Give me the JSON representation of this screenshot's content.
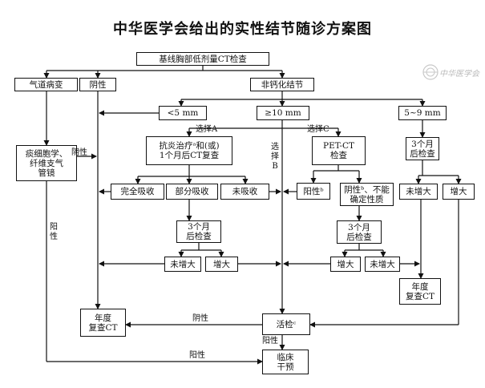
{
  "title": "中华医学会给出的实性结节随诊方案图",
  "watermark": "中华医学会",
  "nodes": {
    "baseline_ct": "基线胸部低剂量CT检查",
    "airway": "气道病变",
    "negative": "阴性",
    "non_calcified": "非钙化结节",
    "sputum": "痰细胞学、\n纤维支气\n管镜",
    "lt5": "<5  mm",
    "ge10": "≥10  mm",
    "r5_9": "5~9  mm",
    "anti_inflam": "抗炎治疗ᵃ和(或)\n1个月后CT复查",
    "pet_ct": "PET-CT\n检查",
    "followup_3m_right": "3个月\n后检查",
    "complete_abs": "完全吸收",
    "partial_abs": "部分吸收",
    "no_abs": "未吸收",
    "positive_b": "阳性ᵇ",
    "neg_uncertain": "阴性ᵇ、不能\n确定性质",
    "right_not_enlarged": "未增大",
    "right_enlarged": "增大",
    "followup_3m_mid": "3个月\n后检查",
    "followup_3m_pet": "3个月\n后检查",
    "mid_not_enlarged": "未增大",
    "mid_enlarged": "增大",
    "pet_enlarged": "增大",
    "pet_not_enlarged": "未增大",
    "annual_left": "年度\n复查CT",
    "annual_right": "年度\n复查CT",
    "biopsy": "活检ᶜ",
    "clinical": "临床\n干预"
  },
  "labels": {
    "option_a": "选择A",
    "option_b": "选\n择\nB",
    "option_c": "选择C",
    "sputum_negative": "阴性",
    "sputum_positive": "阳\n性",
    "biopsy_negative": "阴性",
    "biopsy_positive": "阳性",
    "bottom_positive": "阳性"
  }
}
